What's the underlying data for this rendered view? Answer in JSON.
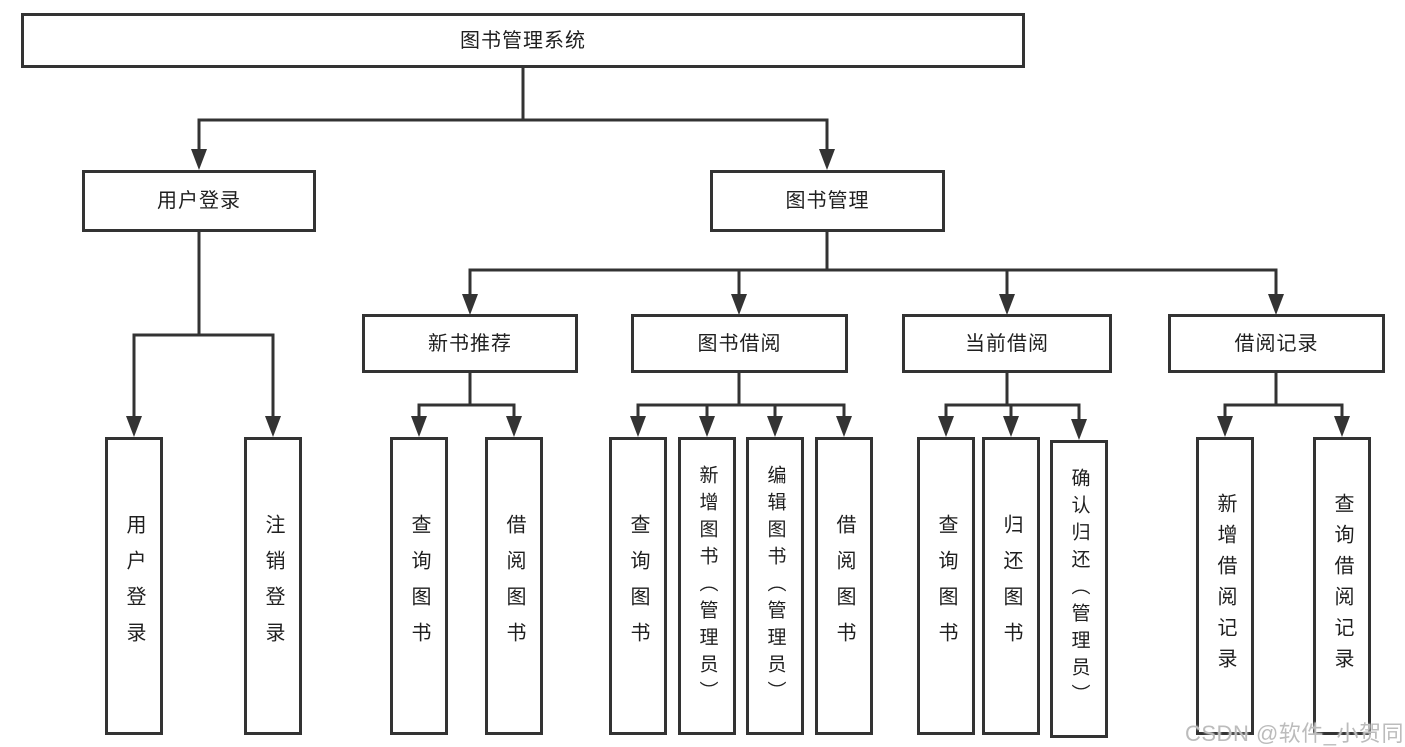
{
  "diagram": {
    "root": {
      "label": "图书管理系统"
    },
    "level2": {
      "user_login": "用户登录",
      "book_mgmt": "图书管理"
    },
    "level3": {
      "new_book": "新书推荐",
      "borrowing": "图书借阅",
      "current": "当前借阅",
      "records": "借阅记录"
    },
    "leaves": {
      "login": "用户登录",
      "logout": "注销登录",
      "nb_query": "查询图书",
      "nb_borrow": "借阅图书",
      "bb_query": "查询图书",
      "bb_add": "新增图书（管理员）",
      "bb_edit": "编辑图书（管理员）",
      "bb_borrow": "借阅图书",
      "cb_query": "查询图书",
      "cb_return": "归还图书",
      "cb_confirm": "确认归还（管理员）",
      "br_add": "新增借阅记录",
      "br_query": "查询借阅记录"
    }
  },
  "colors": {
    "line": "#333333",
    "box_background": "#ffffff",
    "text": "#1f1f1f",
    "watermark": "#bcbcbc"
  },
  "watermark": "CSDN @软件_小贺同学"
}
